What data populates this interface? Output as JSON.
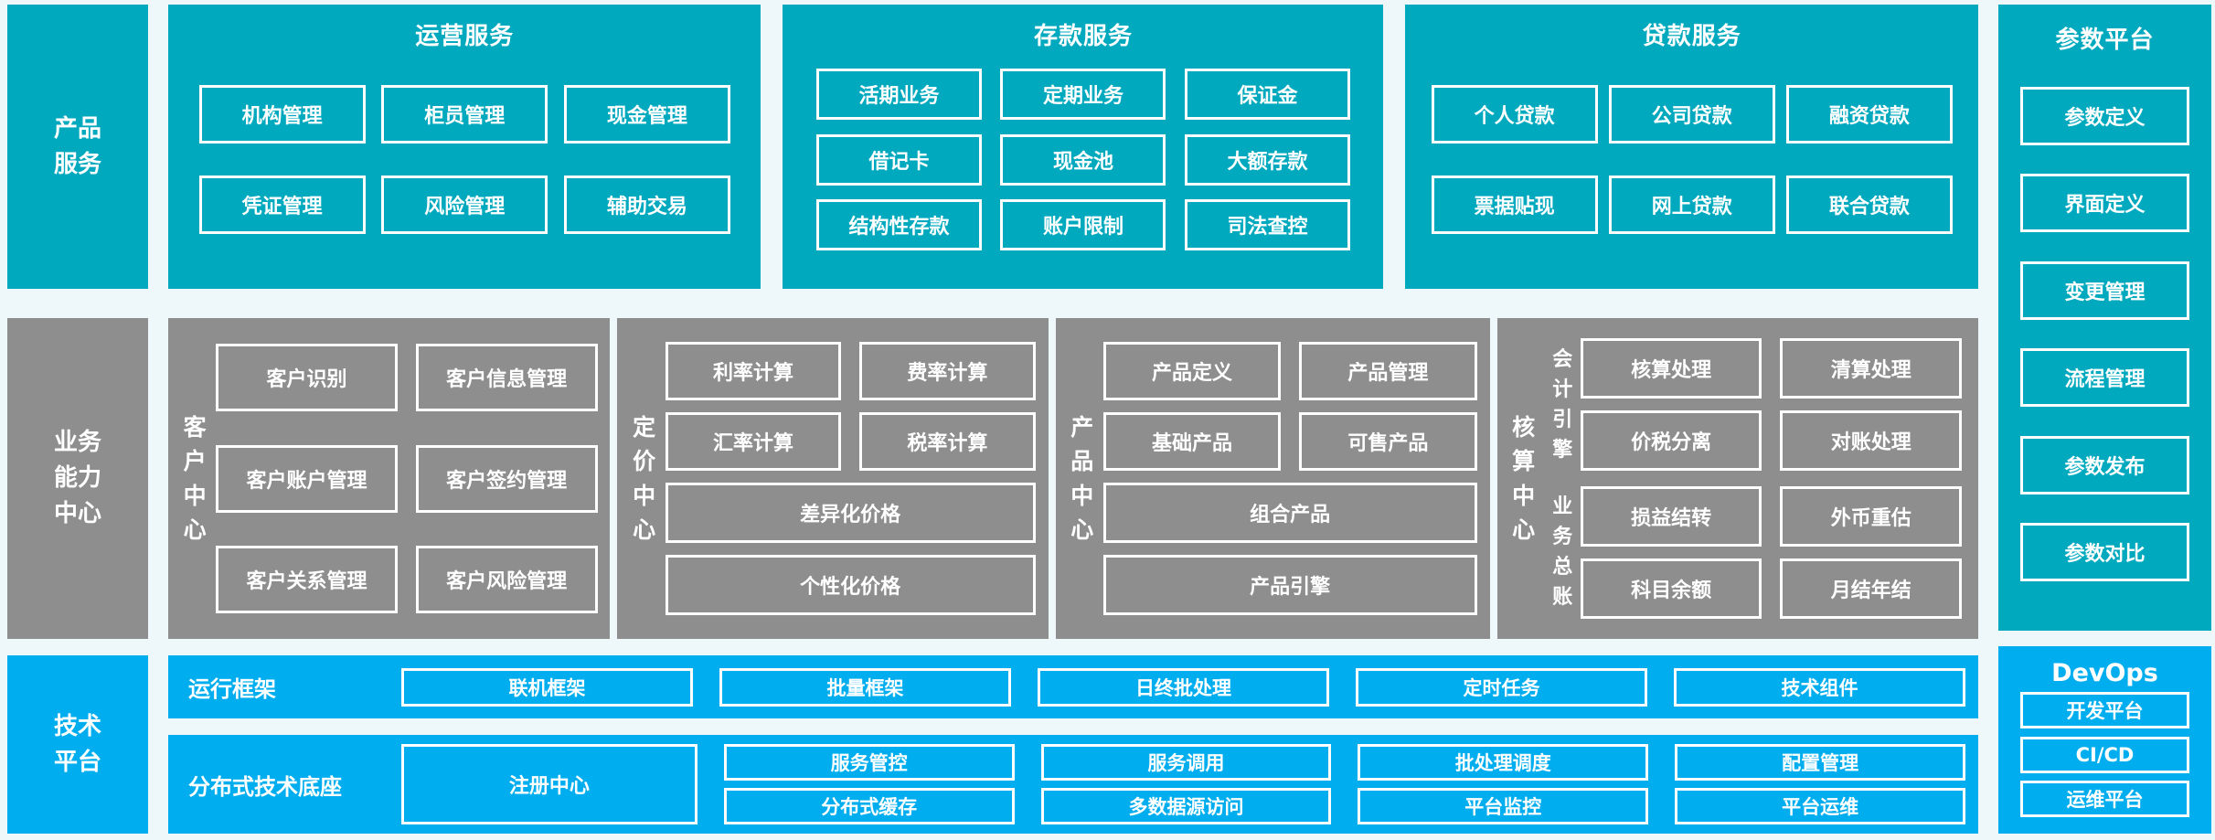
{
  "colors": {
    "teal": "#00a9be",
    "light_blue": "#00aeef",
    "gray": "#8e8e8e",
    "background": "#eef8fb",
    "box_border": "#ffffff",
    "text": "#ffffff"
  },
  "rails": {
    "product_services": "产品服务",
    "business_capability_center": "业务能力中心",
    "technology_platform": "技术平台"
  },
  "operations_services": {
    "title": "运营服务",
    "rows": [
      [
        "机构管理",
        "柜员管理",
        "现金管理"
      ],
      [
        "凭证管理",
        "风险管理",
        "辅助交易"
      ]
    ]
  },
  "deposit_services": {
    "title": "存款服务",
    "rows": [
      [
        "活期业务",
        "定期业务",
        "保证金"
      ],
      [
        "借记卡",
        "现金池",
        "大额存款"
      ],
      [
        "结构性存款",
        "账户限制",
        "司法查控"
      ]
    ]
  },
  "loan_services": {
    "title": "贷款服务",
    "rows": [
      [
        "个人贷款",
        "公司贷款",
        "融资贷款"
      ],
      [
        "票据贴现",
        "网上贷款",
        "联合贷款"
      ]
    ]
  },
  "parameter_platform": {
    "title": "参数平台",
    "items": [
      "参数定义",
      "界面定义",
      "变更管理",
      "流程管理",
      "参数发布",
      "参数对比"
    ]
  },
  "customer_center": {
    "label": "客户中心",
    "rows": [
      [
        "客户识别",
        "客户信息管理"
      ],
      [
        "客户账户管理",
        "客户签约管理"
      ],
      [
        "客户关系管理",
        "客户风险管理"
      ]
    ]
  },
  "pricing_center": {
    "label": "定价中心",
    "rows": [
      [
        "利率计算",
        "费率计算"
      ],
      [
        "汇率计算",
        "税率计算"
      ]
    ],
    "wide": [
      "差异化价格",
      "个性化价格"
    ]
  },
  "product_center": {
    "label": "产品中心",
    "rows": [
      [
        "产品定义",
        "产品管理"
      ],
      [
        "基础产品",
        "可售产品"
      ]
    ],
    "wide": [
      "组合产品",
      "产品引擎"
    ]
  },
  "accounting_center": {
    "label": "核算中心",
    "groups": [
      {
        "label": "会计引擎",
        "rows": [
          [
            "核算处理",
            "清算处理"
          ],
          [
            "价税分离",
            "对账处理"
          ]
        ]
      },
      {
        "label": "业务总账",
        "rows": [
          [
            "损益结转",
            "外币重估"
          ],
          [
            "科目余额",
            "月结年结"
          ]
        ]
      }
    ]
  },
  "runtime_framework": {
    "label": "运行框架",
    "items": [
      "联机框架",
      "批量框架",
      "日终批处理",
      "定时任务",
      "技术组件"
    ]
  },
  "distributed_base": {
    "label": "分布式技术底座",
    "registry": "注册中心",
    "columns": [
      [
        "服务管控",
        "分布式缓存"
      ],
      [
        "服务调用",
        "多数据源访问"
      ],
      [
        "批处理调度",
        "平台监控"
      ],
      [
        "配置管理",
        "平台运维"
      ]
    ]
  },
  "devops": {
    "title": "DevOps",
    "items": [
      "开发平台",
      "CI/CD",
      "运维平台"
    ]
  }
}
